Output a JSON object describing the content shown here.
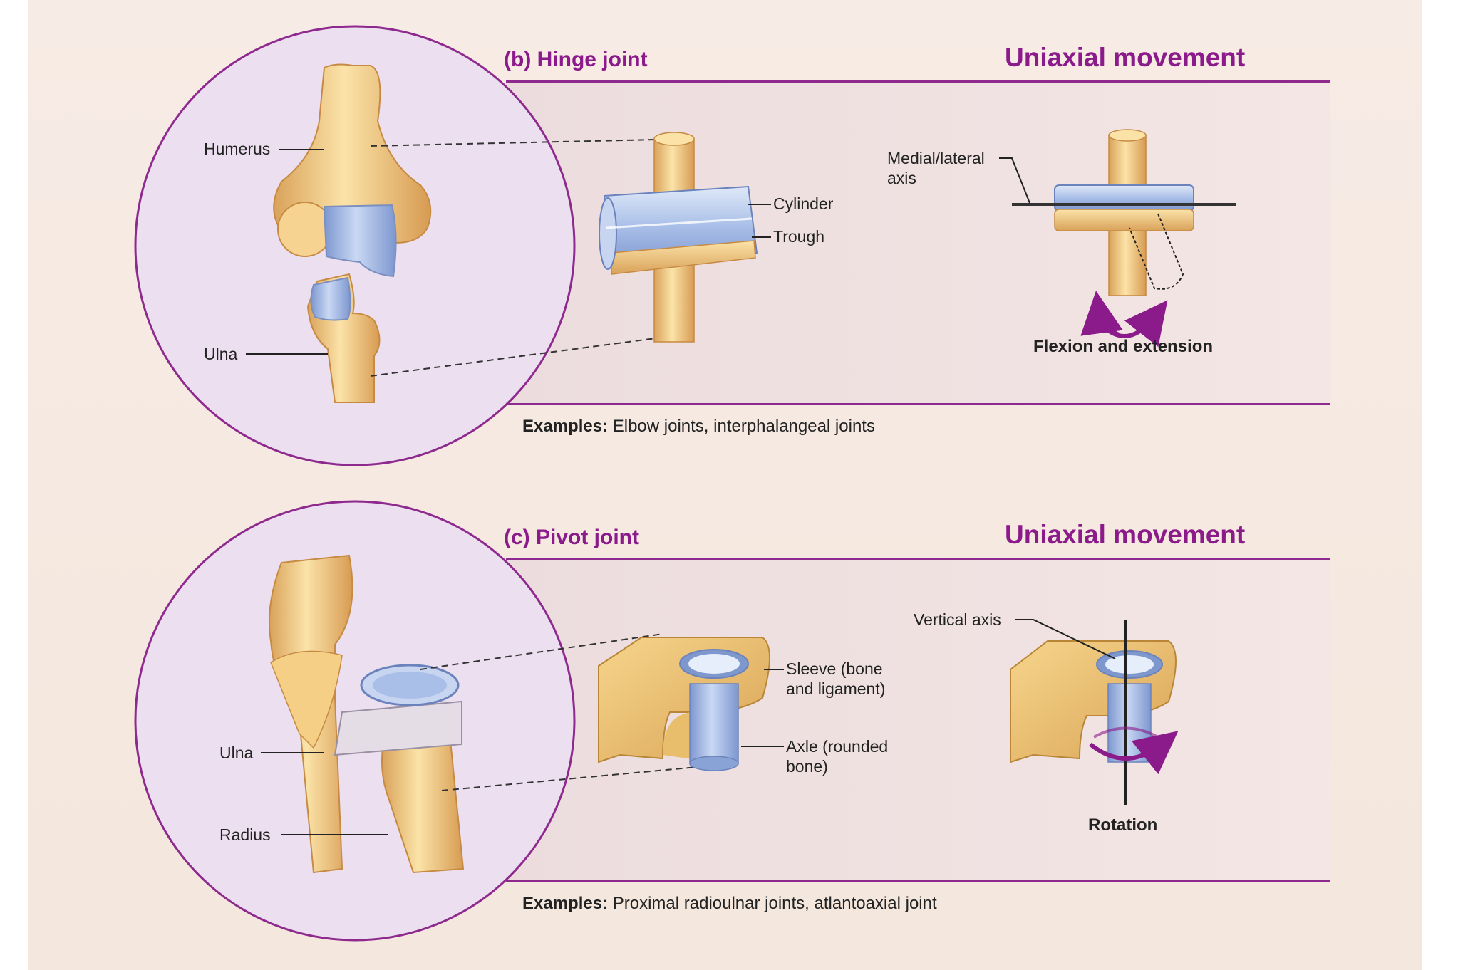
{
  "hinge": {
    "title": "(b) Hinge joint",
    "movement": "Uniaxial movement",
    "bone_labels": [
      "Humerus",
      "Ulna"
    ],
    "model_labels": [
      "Cylinder",
      "Trough"
    ],
    "axis_label": "Medial/lateral axis",
    "motion_label": "Flexion and extension",
    "examples_heading": "Examples:",
    "examples_text": "Elbow joints, interphalangeal joints"
  },
  "pivot": {
    "title": "(c) Pivot joint",
    "movement": "Uniaxial movement",
    "bone_labels": [
      "Ulna",
      "Radius"
    ],
    "model_labels": [
      "Sleeve (bone and ligament)",
      "Axle (rounded bone)"
    ],
    "axis_label": "Vertical axis",
    "motion_label": "Rotation",
    "examples_heading": "Examples:",
    "examples_text": "Proximal radioulnar joints, atlantoaxial joint"
  },
  "colors": {
    "accent_purple": "#8b1a8b",
    "bone": "#eec27a",
    "cartilage": "#a9bfe8",
    "circle_fill": "#ecdff0"
  }
}
